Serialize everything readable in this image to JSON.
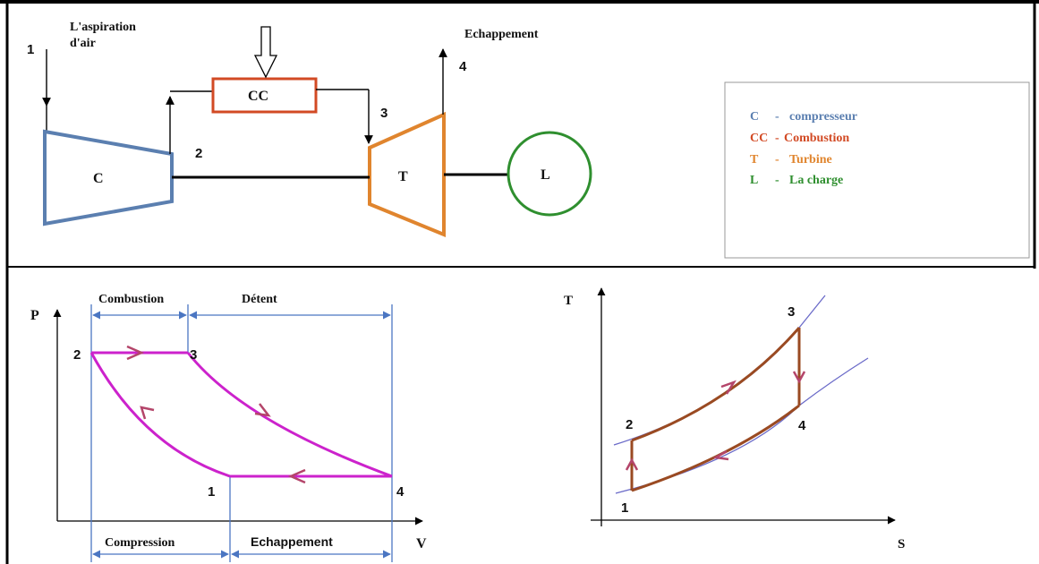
{
  "colors": {
    "compressor": "#5b7fb0",
    "combustion": "#d24a24",
    "turbine": "#e0852e",
    "load": "#2f8f2f",
    "pv_cycle": "#cc22cc",
    "pv_arrow": "#b4456a",
    "ts_cycle": "#9a4a22",
    "ts_isobar": "#6a6ac8",
    "dim_line": "#4b76c2",
    "frame": "#000000"
  },
  "schematic": {
    "intake_label_1": "L'aspiration",
    "intake_label_2": "d'air",
    "exhaust_label": "Echappement",
    "compressor": "C",
    "combustion": "CC",
    "turbine": "T",
    "load": "L",
    "points": [
      "1",
      "2",
      "3",
      "4"
    ]
  },
  "legend": {
    "items": [
      {
        "sym": "C",
        "sep": "-",
        "text": "compresseur",
        "color": "#5b7fb0"
      },
      {
        "sym": "CC",
        "sep": "-",
        "text": "Combustion",
        "color": "#d24a24"
      },
      {
        "sym": "T",
        "sep": "-",
        "text": "Turbine",
        "color": "#e0852e"
      },
      {
        "sym": "L",
        "sep": "-",
        "text": "La charge",
        "color": "#2f8f2f"
      }
    ]
  },
  "pv": {
    "y_axis": "P",
    "x_axis": "V",
    "top_left_label": "Combustion",
    "top_right_label": "Détent",
    "bottom_left_label": "Compression",
    "bottom_right_label": "Echappement",
    "points": [
      "1",
      "2",
      "3",
      "4"
    ]
  },
  "ts": {
    "y_axis": "T",
    "x_axis": "S",
    "points": [
      "1",
      "2",
      "3",
      "4"
    ]
  }
}
